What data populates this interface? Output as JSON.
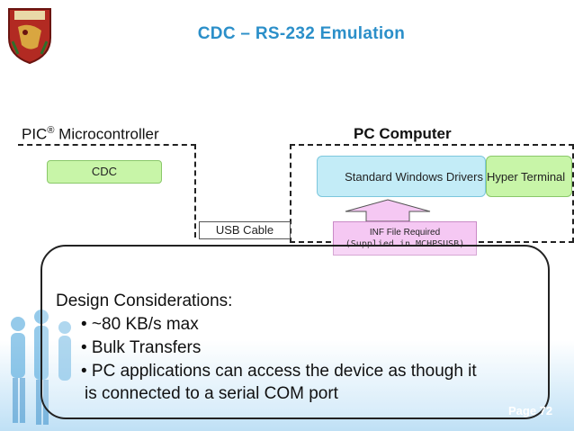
{
  "slide": {
    "title": "CDC – RS-232 Emulation",
    "page": "Page 72"
  },
  "diagram": {
    "pic_label": "PIC",
    "pic_label_sup": "®",
    "pic_label_rest": " Microcontroller",
    "pc_label": "PC Computer",
    "cdc": "CDC",
    "usb_cable": "USB Cable",
    "drivers": "Standard Windows Drivers",
    "terminal": "Hyper Terminal",
    "inf_line1": "INF File Required",
    "inf_line2": "(Supplied in MCHPSUSB)"
  },
  "design": {
    "heading": "Design Considerations:",
    "bullets": [
      "•  ~80 KB/s max",
      "•  Bulk Transfers",
      "•  PC applications can access the device as though it"
    ],
    "bullet3_cont": "is connected to a serial COM port"
  },
  "colors": {
    "title": "#2b8fc9",
    "green_box": "#c8f5a8",
    "blue_box": "#c3ecf7",
    "pink_box": "#f5c8f3"
  }
}
